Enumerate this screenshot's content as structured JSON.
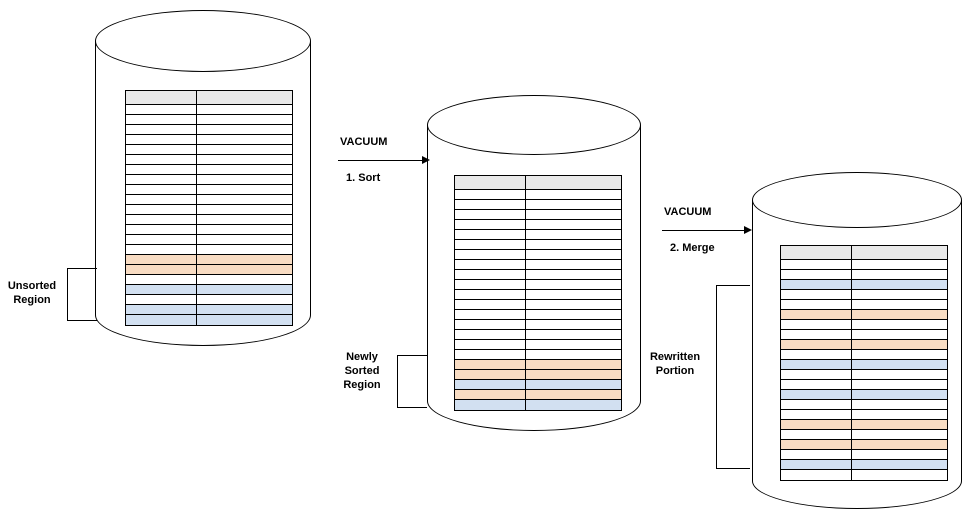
{
  "diagram": {
    "colors": {
      "row_orange": "#f8dcc3",
      "row_blue": "#d2e0f1",
      "header_gray": "#e9e9e9",
      "outline": "#000000"
    },
    "arrows": {
      "sort": {
        "title": "VACUUM",
        "step": "1. Sort"
      },
      "merge": {
        "title": "VACUUM",
        "step": "2. Merge"
      }
    },
    "labels": {
      "unsorted": [
        "Unsorted",
        "Region"
      ],
      "newly_sorted": [
        "Newly",
        "Sorted",
        "Region"
      ],
      "rewritten": [
        "Rewritten",
        "Portion"
      ]
    },
    "tables": {
      "initial": {
        "rows": [
          "gray",
          "white",
          "white",
          "white",
          "white",
          "white",
          "white",
          "white",
          "white",
          "white",
          "white",
          "white",
          "white",
          "white",
          "white",
          "white",
          "orange",
          "orange",
          "white",
          "blue",
          "white",
          "blue",
          "blue"
        ]
      },
      "sorted": {
        "rows": [
          "gray",
          "white",
          "white",
          "white",
          "white",
          "white",
          "white",
          "white",
          "white",
          "white",
          "white",
          "white",
          "white",
          "white",
          "white",
          "white",
          "white",
          "white",
          "orange",
          "orange",
          "blue",
          "orange",
          "blue"
        ]
      },
      "merged": {
        "rows": [
          "gray",
          "white",
          "white",
          "blue",
          "white",
          "white",
          "orange",
          "white",
          "white",
          "orange",
          "white",
          "blue",
          "white",
          "white",
          "blue",
          "white",
          "white",
          "orange",
          "white",
          "orange",
          "white",
          "blue",
          "white"
        ]
      }
    }
  }
}
